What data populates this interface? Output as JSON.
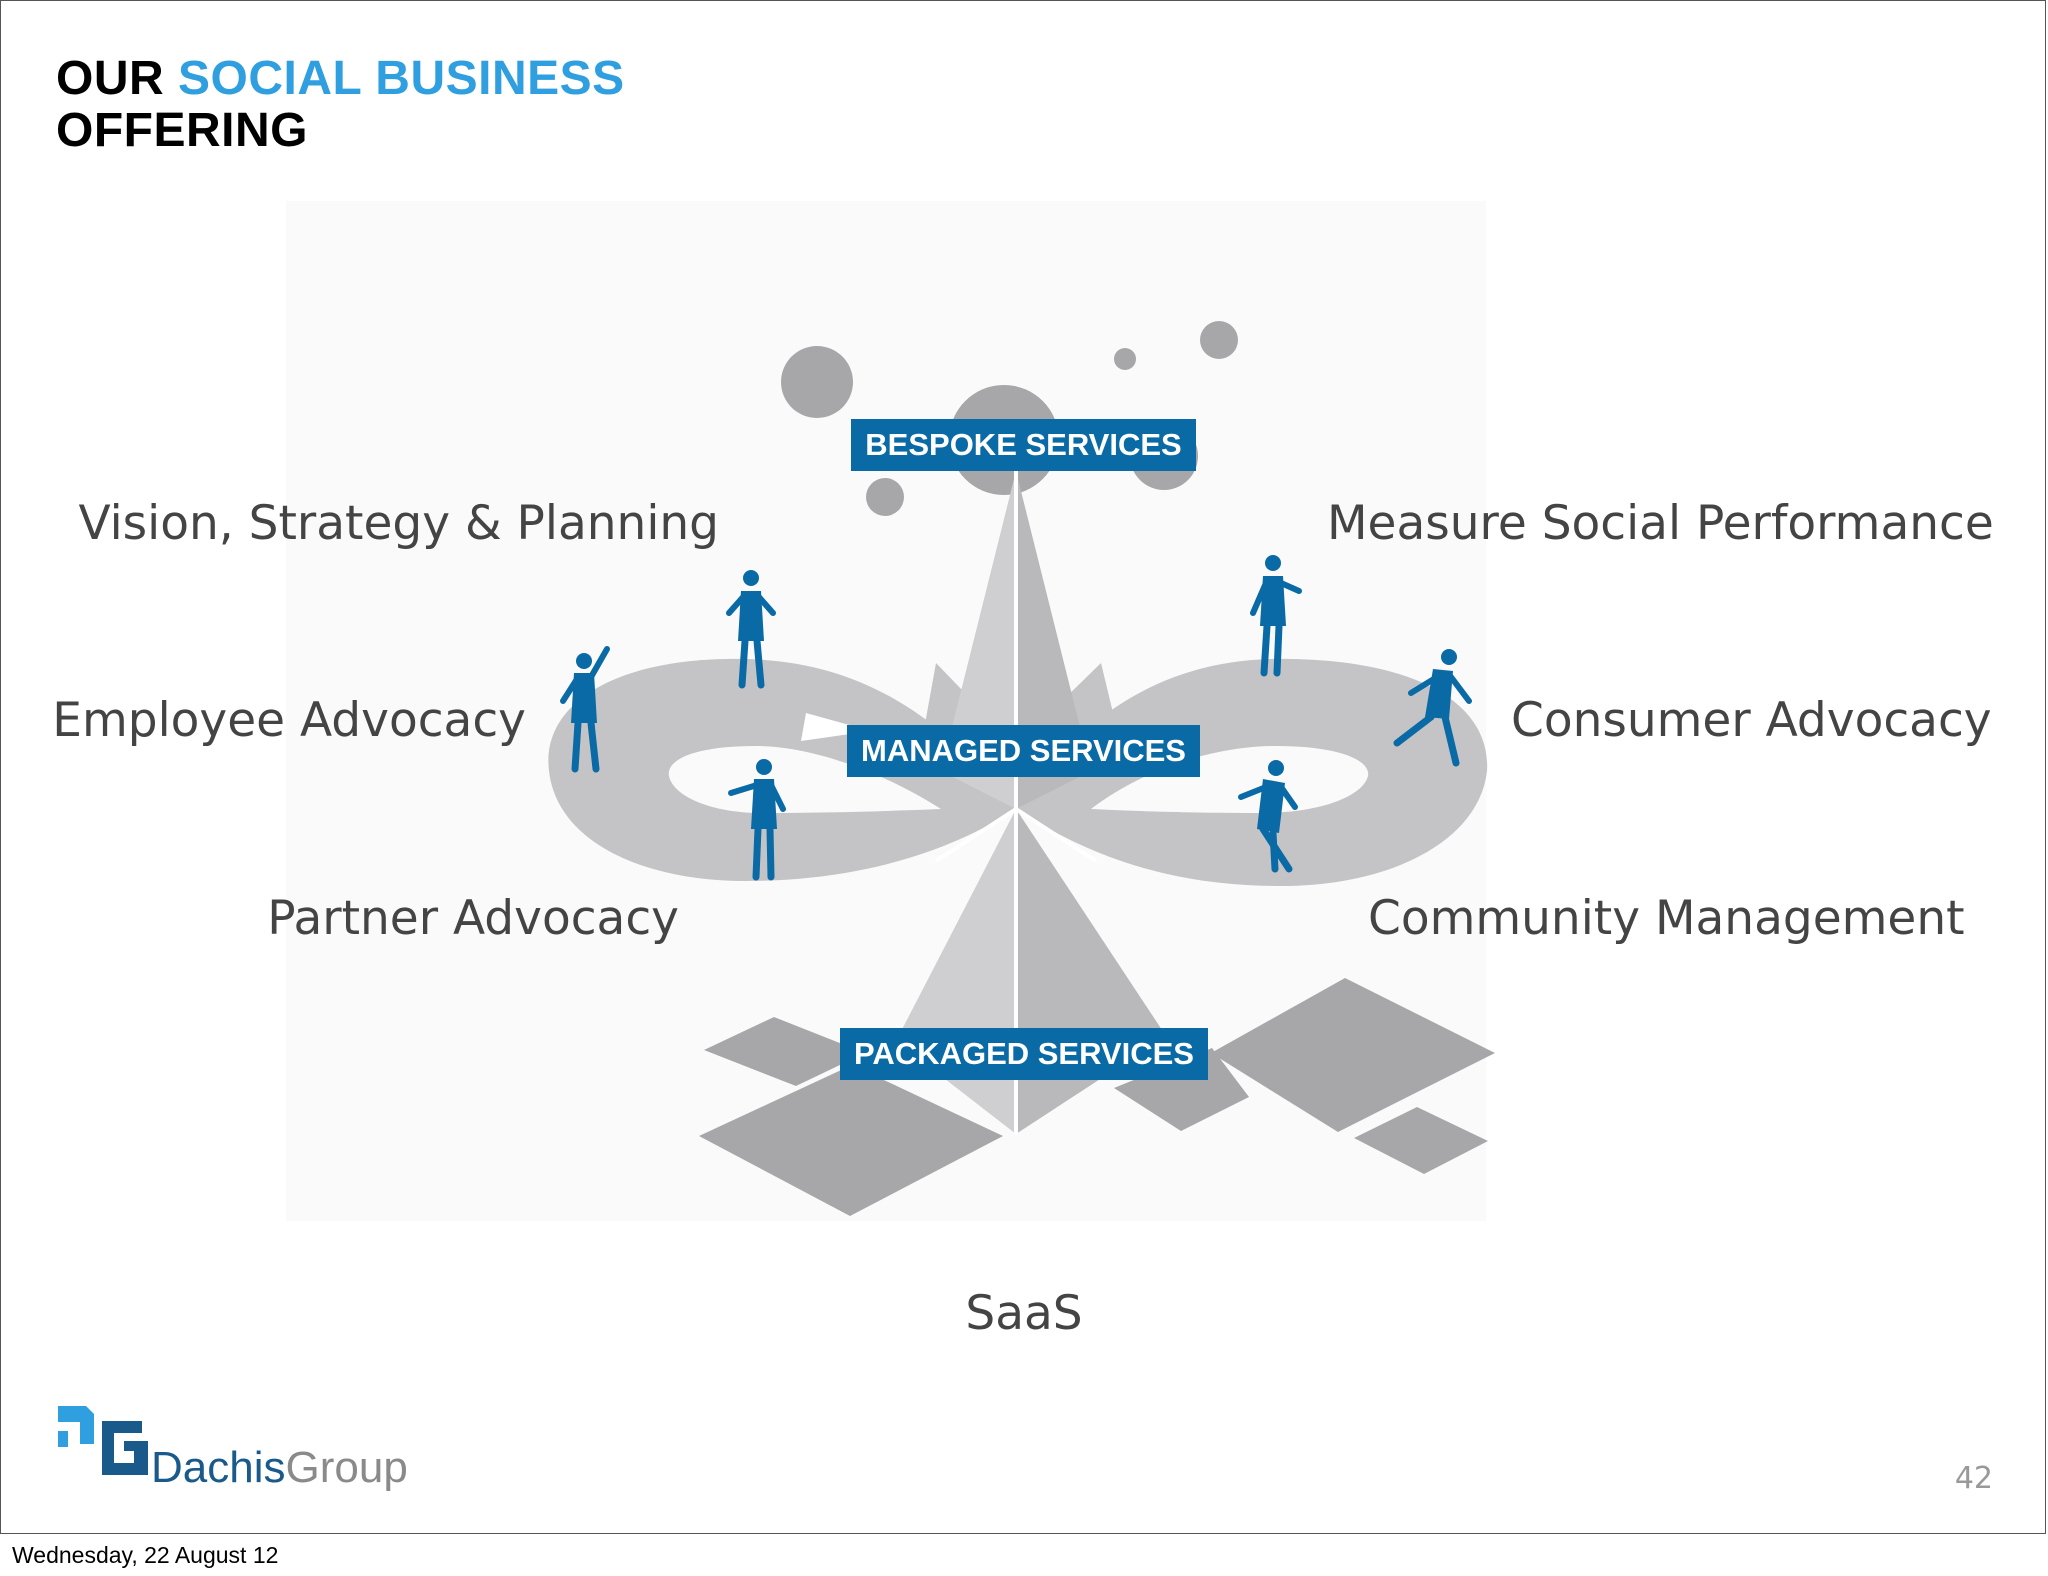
{
  "slide": {
    "title_part1": "OUR ",
    "title_accent": "SOCIAL BUSINESS",
    "title_line2": "OFFERING",
    "page_number": "42"
  },
  "left_items": [
    "Vision, Strategy & Planning",
    "Employee Advocacy",
    "Partner Advocacy"
  ],
  "right_items": [
    "Measure Social Performance",
    "Consumer Advocacy",
    "Community Management"
  ],
  "bottom_item": "SaaS",
  "services": {
    "bespoke": "BESPOKE SERVICES",
    "managed": "MANAGED SERVICES",
    "packaged": "PACKAGED SERVICES"
  },
  "logo": {
    "part1": "Dachis",
    "part2": "Group"
  },
  "footer": {
    "date": "Wednesday, 22 August 12"
  },
  "colors": {
    "accent_title": "#2f9fe0",
    "service_box": "#0a6aa6",
    "figure_blue": "#0a6aa6",
    "shape_gray": "#a7a7aa"
  }
}
